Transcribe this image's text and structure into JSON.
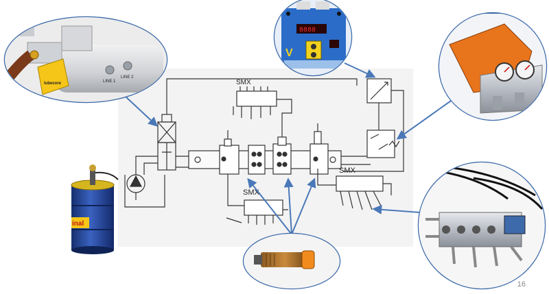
{
  "diagram": {
    "labels": {
      "smx_top": "SMX",
      "smx_right": "SMX",
      "smx_bottom": "SMX",
      "line1": "LINE 1",
      "line2": "LINE 2",
      "brand": "lubecore",
      "drum_label": "inal",
      "controller_logo": "V"
    },
    "colors": {
      "arrow": "#4a78b8",
      "bubble_border": "#3d6aaa",
      "drum_blue": "#1f3e8c",
      "controller_blue": "#2a6cc8",
      "orange_box": "#e8741c",
      "schematic_line": "#333333"
    }
  },
  "page": {
    "number": "16"
  }
}
